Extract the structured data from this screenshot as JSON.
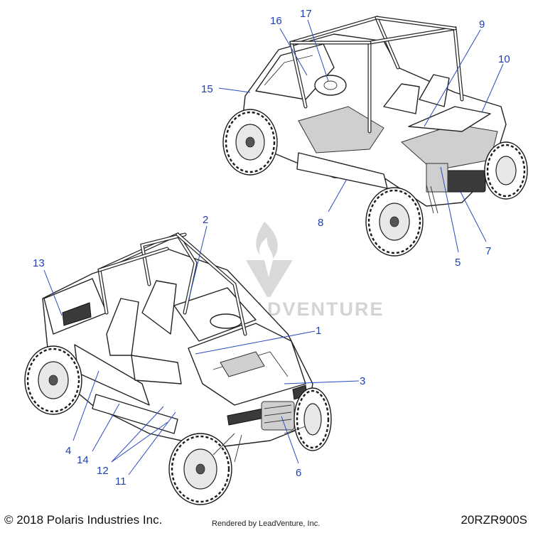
{
  "callouts": [
    "1",
    "2",
    "3",
    "4",
    "5",
    "6",
    "7",
    "8",
    "9",
    "10",
    "11",
    "12",
    "13",
    "14",
    "15",
    "16",
    "17"
  ],
  "watermark": {
    "text": "LEADVENTURE"
  },
  "footer": {
    "copyright": "© 2018 Polaris Industries Inc.",
    "rendered_by": "Rendered by LeadVenture, Inc.",
    "diagram_id": "20RZR900S"
  },
  "colors": {
    "callout": "#1f3fae",
    "line": "#222222",
    "watermark": "#d4d4d4"
  }
}
